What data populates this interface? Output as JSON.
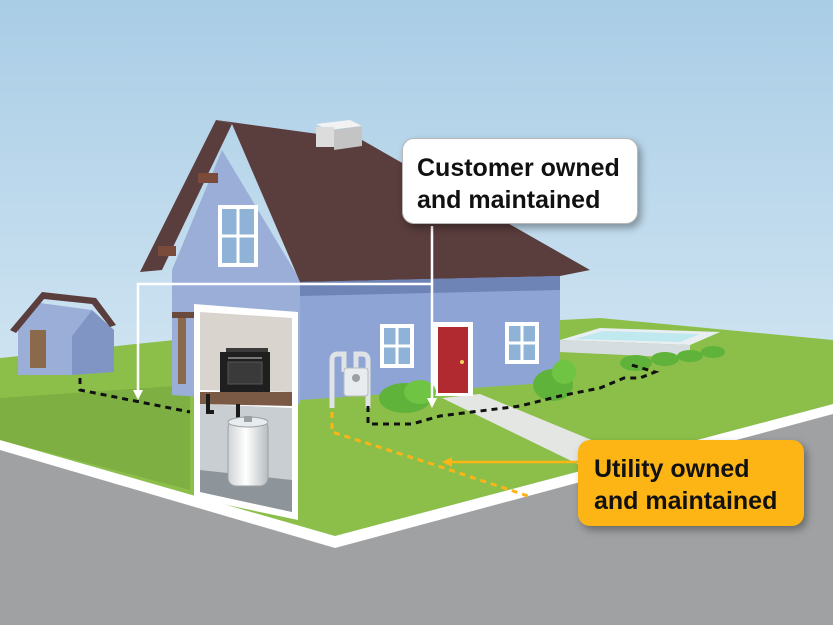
{
  "callouts": {
    "customer": {
      "line1": "Customer owned",
      "line2": "and maintained"
    },
    "utility": {
      "line1": "Utility owned",
      "line2": "and maintained"
    }
  },
  "colors": {
    "sky": "#cfe3f1",
    "lawn": "#8cbf4a",
    "lawn_shade": "#6d9a3d",
    "road": "#9fa1a3",
    "curb": "#ffffff",
    "house_wall": "#9aaed8",
    "roof": "#5a3d3d",
    "door": "#b02a30",
    "pool_water": "#bfe8ef",
    "shrub": "#5fb33a",
    "customer_line": "#111111",
    "utility_line": "#fdb515",
    "utility_callout": "#fdb515",
    "customer_callout": "#ffffff"
  },
  "icons": [
    "shed",
    "house",
    "chimney",
    "window",
    "door",
    "pool",
    "gas-meter",
    "stove",
    "water-heater",
    "shrub"
  ]
}
